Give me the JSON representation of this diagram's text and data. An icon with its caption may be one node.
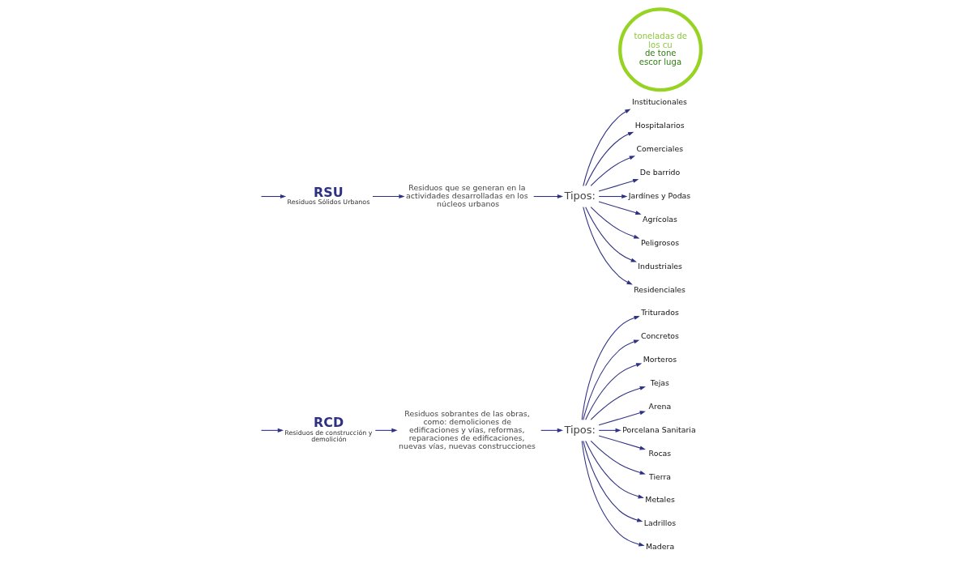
{
  "diagram": {
    "nodes": [
      {
        "text": [
          "RCD",
          "Residuos de construcción y demolición"
        ]
      },
      {
        "text": [
          "RSU",
          "Residuos Sólidos Urbanos"
        ]
      },
      {
        "text": [
          "Residuos sobrantes de las obras, como: demoliciones de edificaciones y vías, reformas, reparaciones de edificaciones, nuevas vías, nuevas construcciones"
        ]
      },
      {
        "text": [
          "Residuos que se generan en la actividades desarrolladas en los núcleos urbanos"
        ]
      },
      {
        "text": [
          "Tipos:"
        ]
      },
      {
        "text": [
          "Triturados"
        ]
      },
      {
        "text": [
          "Concretos"
        ]
      },
      {
        "text": [
          "Morteros"
        ]
      },
      {
        "text": [
          "Tejas"
        ]
      },
      {
        "text": [
          "Arena"
        ]
      },
      {
        "text": [
          "Porcelana Sanitaria"
        ]
      },
      {
        "text": [
          "Rocas"
        ]
      },
      {
        "text": [
          "Tierra"
        ]
      },
      {
        "text": [
          "Metales"
        ]
      },
      {
        "text": [
          "Ladrillos"
        ]
      },
      {
        "text": [
          "Madera"
        ]
      },
      {
        "text": [
          "Tipos:"
        ]
      },
      {
        "text": [
          "Institucionales"
        ]
      },
      {
        "text": [
          "Hospitalarios"
        ]
      },
      {
        "text": [
          "Comerciales"
        ]
      },
      {
        "text": [
          "De barrido"
        ]
      },
      {
        "text": [
          "Jardínes y Podas"
        ]
      },
      {
        "text": [
          "Agrícolas"
        ]
      },
      {
        "text": [
          "Peligrosos"
        ]
      },
      {
        "text": [
          "Industriales"
        ]
      },
      {
        "text": [
          "Residenciales"
        ]
      },
      {
        "text": [
          "toneladas de los cu",
          "de tone escor luga"
        ]
      }
    ],
    "edges": [
      {
        "from": null,
        "to": 0,
        "arrow": "to"
      },
      {
        "from": null,
        "to": 1,
        "arrow": "to"
      },
      {
        "from": 0,
        "to": 2,
        "arrow": "to"
      },
      {
        "from": 1,
        "to": 3,
        "arrow": "to"
      },
      {
        "from": 2,
        "to": 4,
        "arrow": "to"
      },
      {
        "from": 3,
        "to": 16,
        "arrow": "to"
      },
      {
        "from": 4,
        "to": 5,
        "arrow": "to"
      },
      {
        "from": 4,
        "to": 6,
        "arrow": "to"
      },
      {
        "from": 4,
        "to": 7,
        "arrow": "to"
      },
      {
        "from": 4,
        "to": 8,
        "arrow": "to"
      },
      {
        "from": 4,
        "to": 9,
        "arrow": "to"
      },
      {
        "from": 4,
        "to": 10,
        "arrow": "to"
      },
      {
        "from": 4,
        "to": 11,
        "arrow": "to"
      },
      {
        "from": 4,
        "to": 12,
        "arrow": "to"
      },
      {
        "from": 4,
        "to": 13,
        "arrow": "to"
      },
      {
        "from": 4,
        "to": 14,
        "arrow": "to"
      },
      {
        "from": 4,
        "to": 15,
        "arrow": "to"
      },
      {
        "from": 16,
        "to": 17,
        "arrow": "to"
      },
      {
        "from": 16,
        "to": 18,
        "arrow": "to"
      },
      {
        "from": 16,
        "to": 19,
        "arrow": "to"
      },
      {
        "from": 16,
        "to": 20,
        "arrow": "to"
      },
      {
        "from": 16,
        "to": 21,
        "arrow": "to"
      },
      {
        "from": 16,
        "to": 22,
        "arrow": "to"
      },
      {
        "from": 16,
        "to": 23,
        "arrow": "to"
      },
      {
        "from": 16,
        "to": 24,
        "arrow": "to"
      },
      {
        "from": 16,
        "to": 25,
        "arrow": "to"
      }
    ]
  }
}
